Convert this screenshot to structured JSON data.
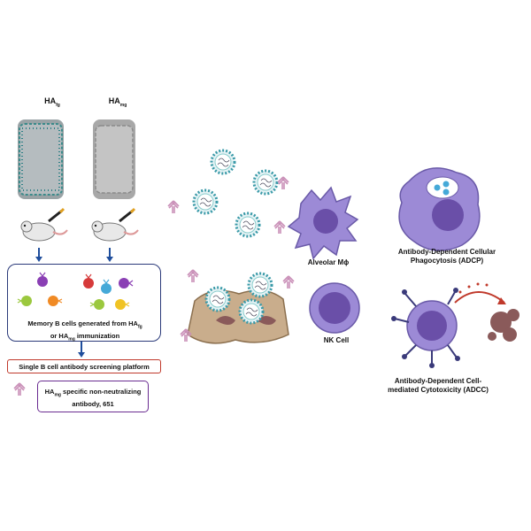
{
  "left": {
    "ha_fg": "HA",
    "ha_fg_sub": "fg",
    "ha_mg": "HA",
    "ha_mg_sub": "mg",
    "memory_line1": "Memory B cells generated from HA",
    "memory_line1_sub": "fg",
    "memory_line2": "or HA",
    "memory_line2_sub": "mg",
    "memory_line2_end": " immunization",
    "screening": "Single B cell antibody screening platform",
    "antibody_line1_a": "HA",
    "antibody_line1_sub": "mg",
    "antibody_line1_b": " specific non-neutralizing",
    "antibody_line2": "antibody, 651"
  },
  "middle": {
    "macrophage": "Alveolar Mϕ",
    "nk": "NK Cell"
  },
  "right": {
    "adcp_line1": "Antibody-Dependent Cellular",
    "adcp_line2": "Phagocytosis (ADCP)",
    "adcc_line1": "Antibody-Dependent Cell-",
    "adcc_line2": "mediated Cytotoxicity (ADCC)"
  },
  "colors": {
    "box_border": "#2b3a7a",
    "screen_border": "#c0392b",
    "antibody_box_border": "#6a2c91",
    "arrow": "#1f4e9c",
    "cell_purple": "#9c8ad6",
    "nucleus": "#6a4fa8",
    "virus_teal": "#3a9aa8",
    "epithelial": "#c9ad8c",
    "antibody_pink": "#c98fb7"
  }
}
